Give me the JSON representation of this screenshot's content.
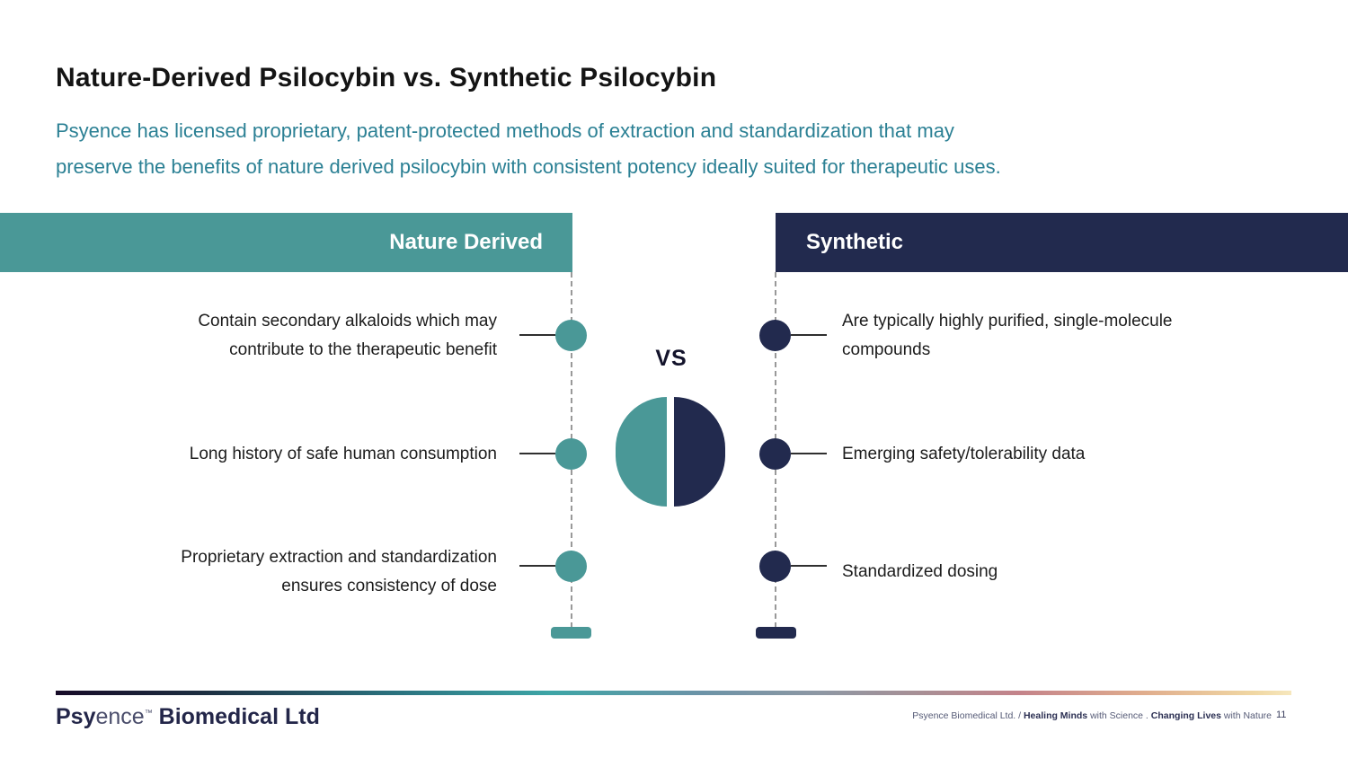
{
  "title": "Nature-Derived Psilocybin vs. Synthetic Psilocybin",
  "subtitle": {
    "line1": "Psyence has licensed proprietary, patent-protected methods of extraction and standardization that may",
    "line2": "preserve the benefits of nature derived psilocybin with consistent potency ideally suited for therapeutic uses."
  },
  "center": {
    "vs_label": "VS"
  },
  "columns": {
    "left": {
      "header": "Nature Derived",
      "items": [
        {
          "lines": [
            "Contain secondary alkaloids which may",
            "contribute to the therapeutic benefit"
          ]
        },
        {
          "lines": [
            "Long history of safe human consumption"
          ]
        },
        {
          "lines": [
            "Proprietary extraction and standardization",
            "ensures consistency of dose"
          ]
        }
      ]
    },
    "right": {
      "header": "Synthetic",
      "items": [
        {
          "lines": [
            "Are typically highly purified, single-molecule",
            "compounds"
          ]
        },
        {
          "lines": [
            "Emerging safety/tolerability data"
          ]
        },
        {
          "lines": [
            "Standardized dosing"
          ]
        }
      ]
    }
  },
  "footer": {
    "logo": {
      "part_bold1": "Psy",
      "part_light": "ence",
      "tm": "™",
      "part_bold2": " Biomedical Ltd"
    },
    "tagline": {
      "t1": "Psyence Biomedical Ltd. / ",
      "t2": "Healing Minds",
      "t3": " with Science . ",
      "t4": "Changing Lives",
      "t5": " with Nature"
    },
    "page_number": "11"
  },
  "colors": {
    "teal": "#4A9897",
    "navy": "#222A4E",
    "subtitle_teal": "#2B8094",
    "gradient_left": "#170B28",
    "gradient_mid": "#3DA5A6",
    "gradient_right": "#F6E7BD"
  }
}
